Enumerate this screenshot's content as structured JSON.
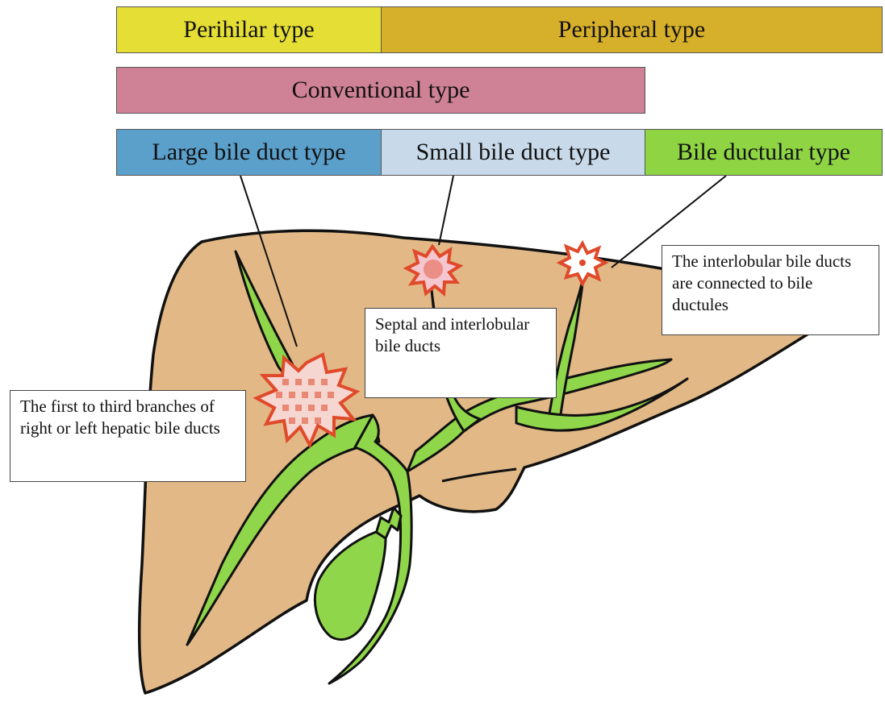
{
  "header_rows": {
    "location": {
      "perihilar": {
        "label": "Perihilar type",
        "color": "#e5df35"
      },
      "peripheral": {
        "label": "Peripheral type",
        "color": "#d7b02b"
      }
    },
    "conventional": {
      "label": "Conventional type",
      "color": "#cf8296"
    },
    "subtypes": {
      "large": {
        "label": "Large bile duct type",
        "color": "#5b9fcb"
      },
      "small": {
        "label": "Small bile duct type",
        "color": "#c8d9e9"
      },
      "ductular": {
        "label": "Bile ductular type",
        "color": "#8ed443"
      }
    }
  },
  "callouts": {
    "first_branches": "The first to third branches of right or left hepatic bile ducts",
    "septal": "Septal and interlobular bile ducts",
    "interlobular": "The interlobular bile ducts are connected to bile ductules"
  },
  "colors": {
    "liver": "#e1b886",
    "duct": "#8fd64a",
    "tumor_outline": "#e04a2a",
    "outline": "#111111"
  }
}
